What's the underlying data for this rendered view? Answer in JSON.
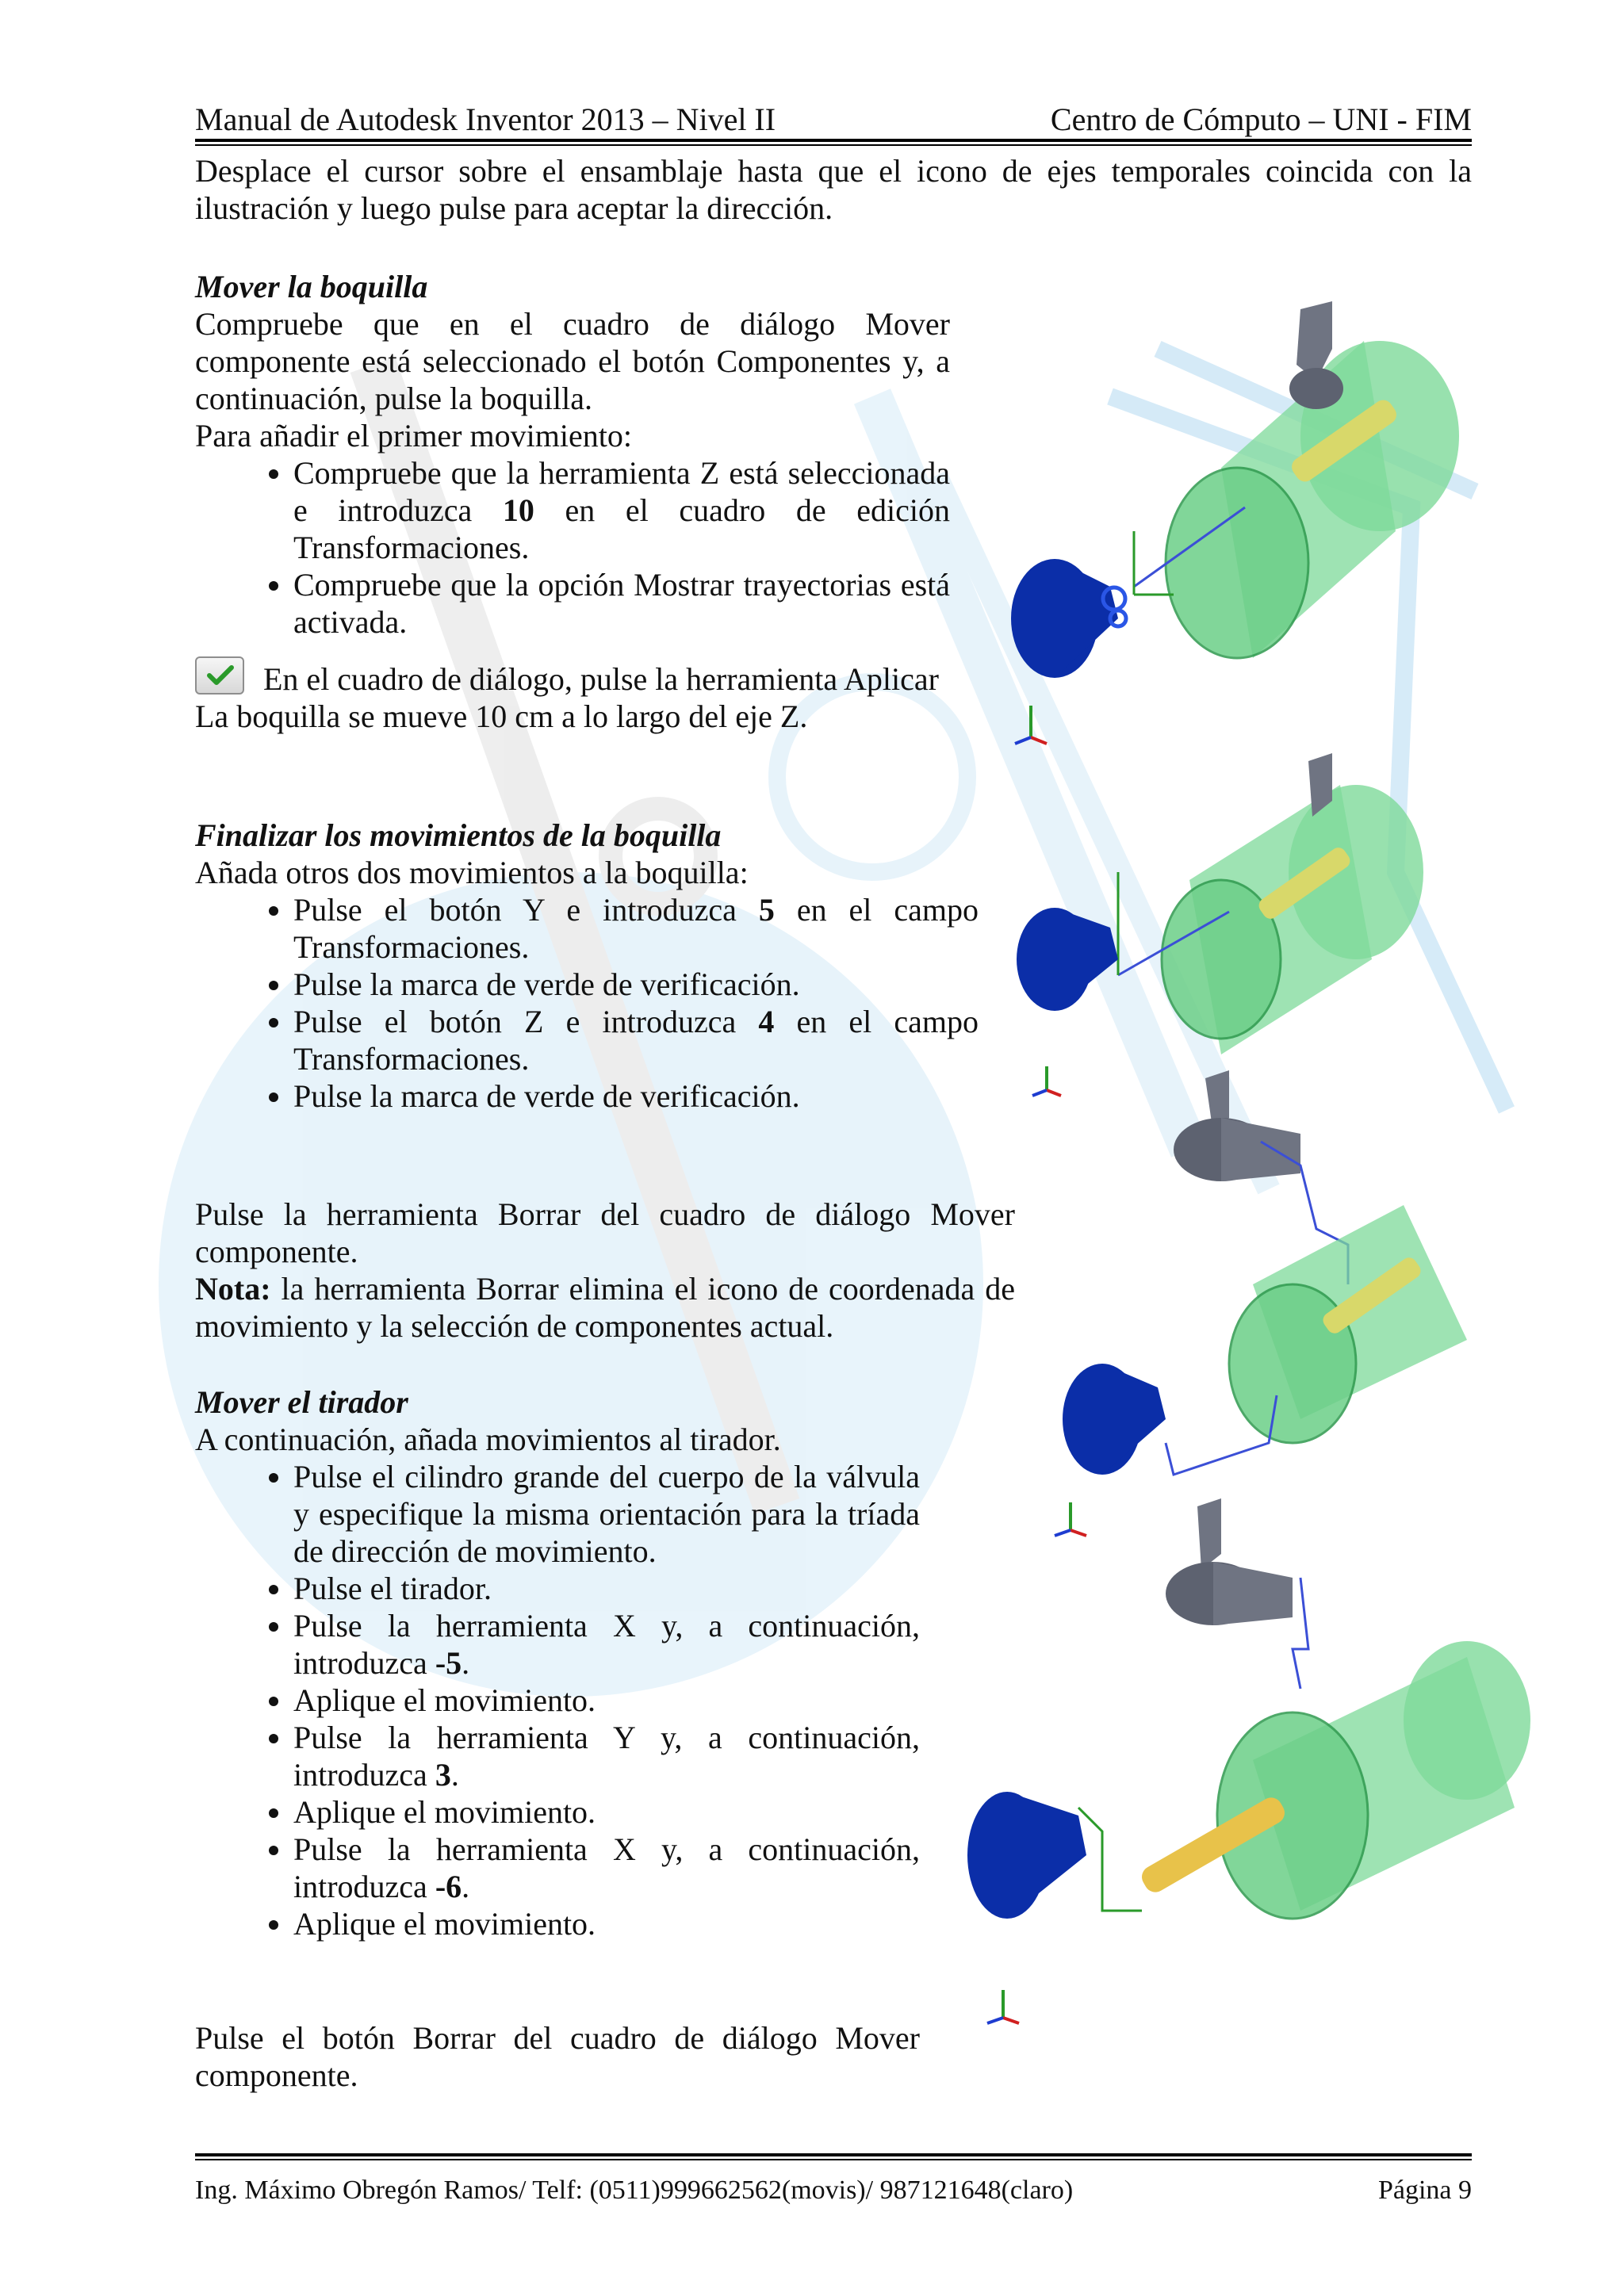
{
  "header": {
    "left": "Manual de Autodesk Inventor 2013 – Nivel II",
    "right": "Centro de Cómputo – UNI - FIM"
  },
  "intro": "Desplace el cursor sobre el ensamblaje hasta que el icono de ejes temporales coincida con la ilustración y luego pulse para aceptar la dirección.",
  "section1": {
    "title": "Mover la boquilla",
    "para1": "Compruebe que en el cuadro de diálogo Mover componente está seleccionado el botón Componentes y, a continuación, pulse la boquilla.",
    "para2": "Para añadir el primer movimiento:",
    "bullet1_a": "Compruebe que la herramienta Z está seleccionada e introduzca ",
    "bullet1_b": "10",
    "bullet1_c": " en el cuadro de edición Transformaciones.",
    "bullet2": "Compruebe que la opción Mostrar trayectorias está activada.",
    "apply_text": "En el cuadro de diálogo, pulse la herramienta Aplicar",
    "result": "La boquilla se mueve 10 cm a lo largo del eje Z."
  },
  "section2": {
    "title": "Finalizar los movimientos de la boquilla",
    "para1": "Añada otros dos movimientos a la boquilla:",
    "b1_a": "Pulse el botón Y e introduzca ",
    "b1_b": "5",
    "b1_c": " en el campo Transformaciones.",
    "b2": "Pulse la marca de verde de verificación.",
    "b3_a": "Pulse el botón Z e introduzca ",
    "b3_b": "4",
    "b3_c": " en el campo Transformaciones.",
    "b4": "Pulse la marca de verde de verificación."
  },
  "section3": {
    "para1": "Pulse la herramienta Borrar del cuadro de diálogo Mover componente.",
    "note_label": "Nota:",
    "note_text": " la herramienta Borrar elimina el icono de coordenada de movimiento y la selección de componentes actual."
  },
  "section4": {
    "title": "Mover el tirador",
    "para1": "A continuación, añada movimientos al tirador.",
    "b1": "Pulse el cilindro grande del cuerpo de la válvula y especifique la misma orientación para la tríada de dirección de movimiento.",
    "b2": "Pulse el tirador.",
    "b3_a": "Pulse la herramienta X y, a continuación, introduzca ",
    "b3_b": "-5",
    "b3_c": ".",
    "b4": "Aplique el movimiento.",
    "b5_a": "Pulse la herramienta Y y, a continuación, introduzca ",
    "b5_b": "3",
    "b5_c": ".",
    "b6": "Aplique el movimiento.",
    "b7_a": "Pulse la herramienta X y, a continuación, introduzca ",
    "b7_b": "-6",
    "b7_c": ".",
    "b8": "Aplique el movimiento.",
    "final": "Pulse el botón Borrar del cuadro de diálogo Mover componente."
  },
  "footer": {
    "left": "Ing. Máximo Obregón Ramos/ Telf: (0511)999662562(movis)/ 987121648(claro)",
    "right": "Página 9"
  },
  "colors": {
    "valve_body": "#7ed99a",
    "nozzle": "#0b2ea8",
    "handle": "#6f7482",
    "rod": "#e8c24a",
    "path_line": "#3b4fd6",
    "watermark": "#1d8fd6"
  },
  "icons": {
    "apply": "checkmark-icon"
  }
}
